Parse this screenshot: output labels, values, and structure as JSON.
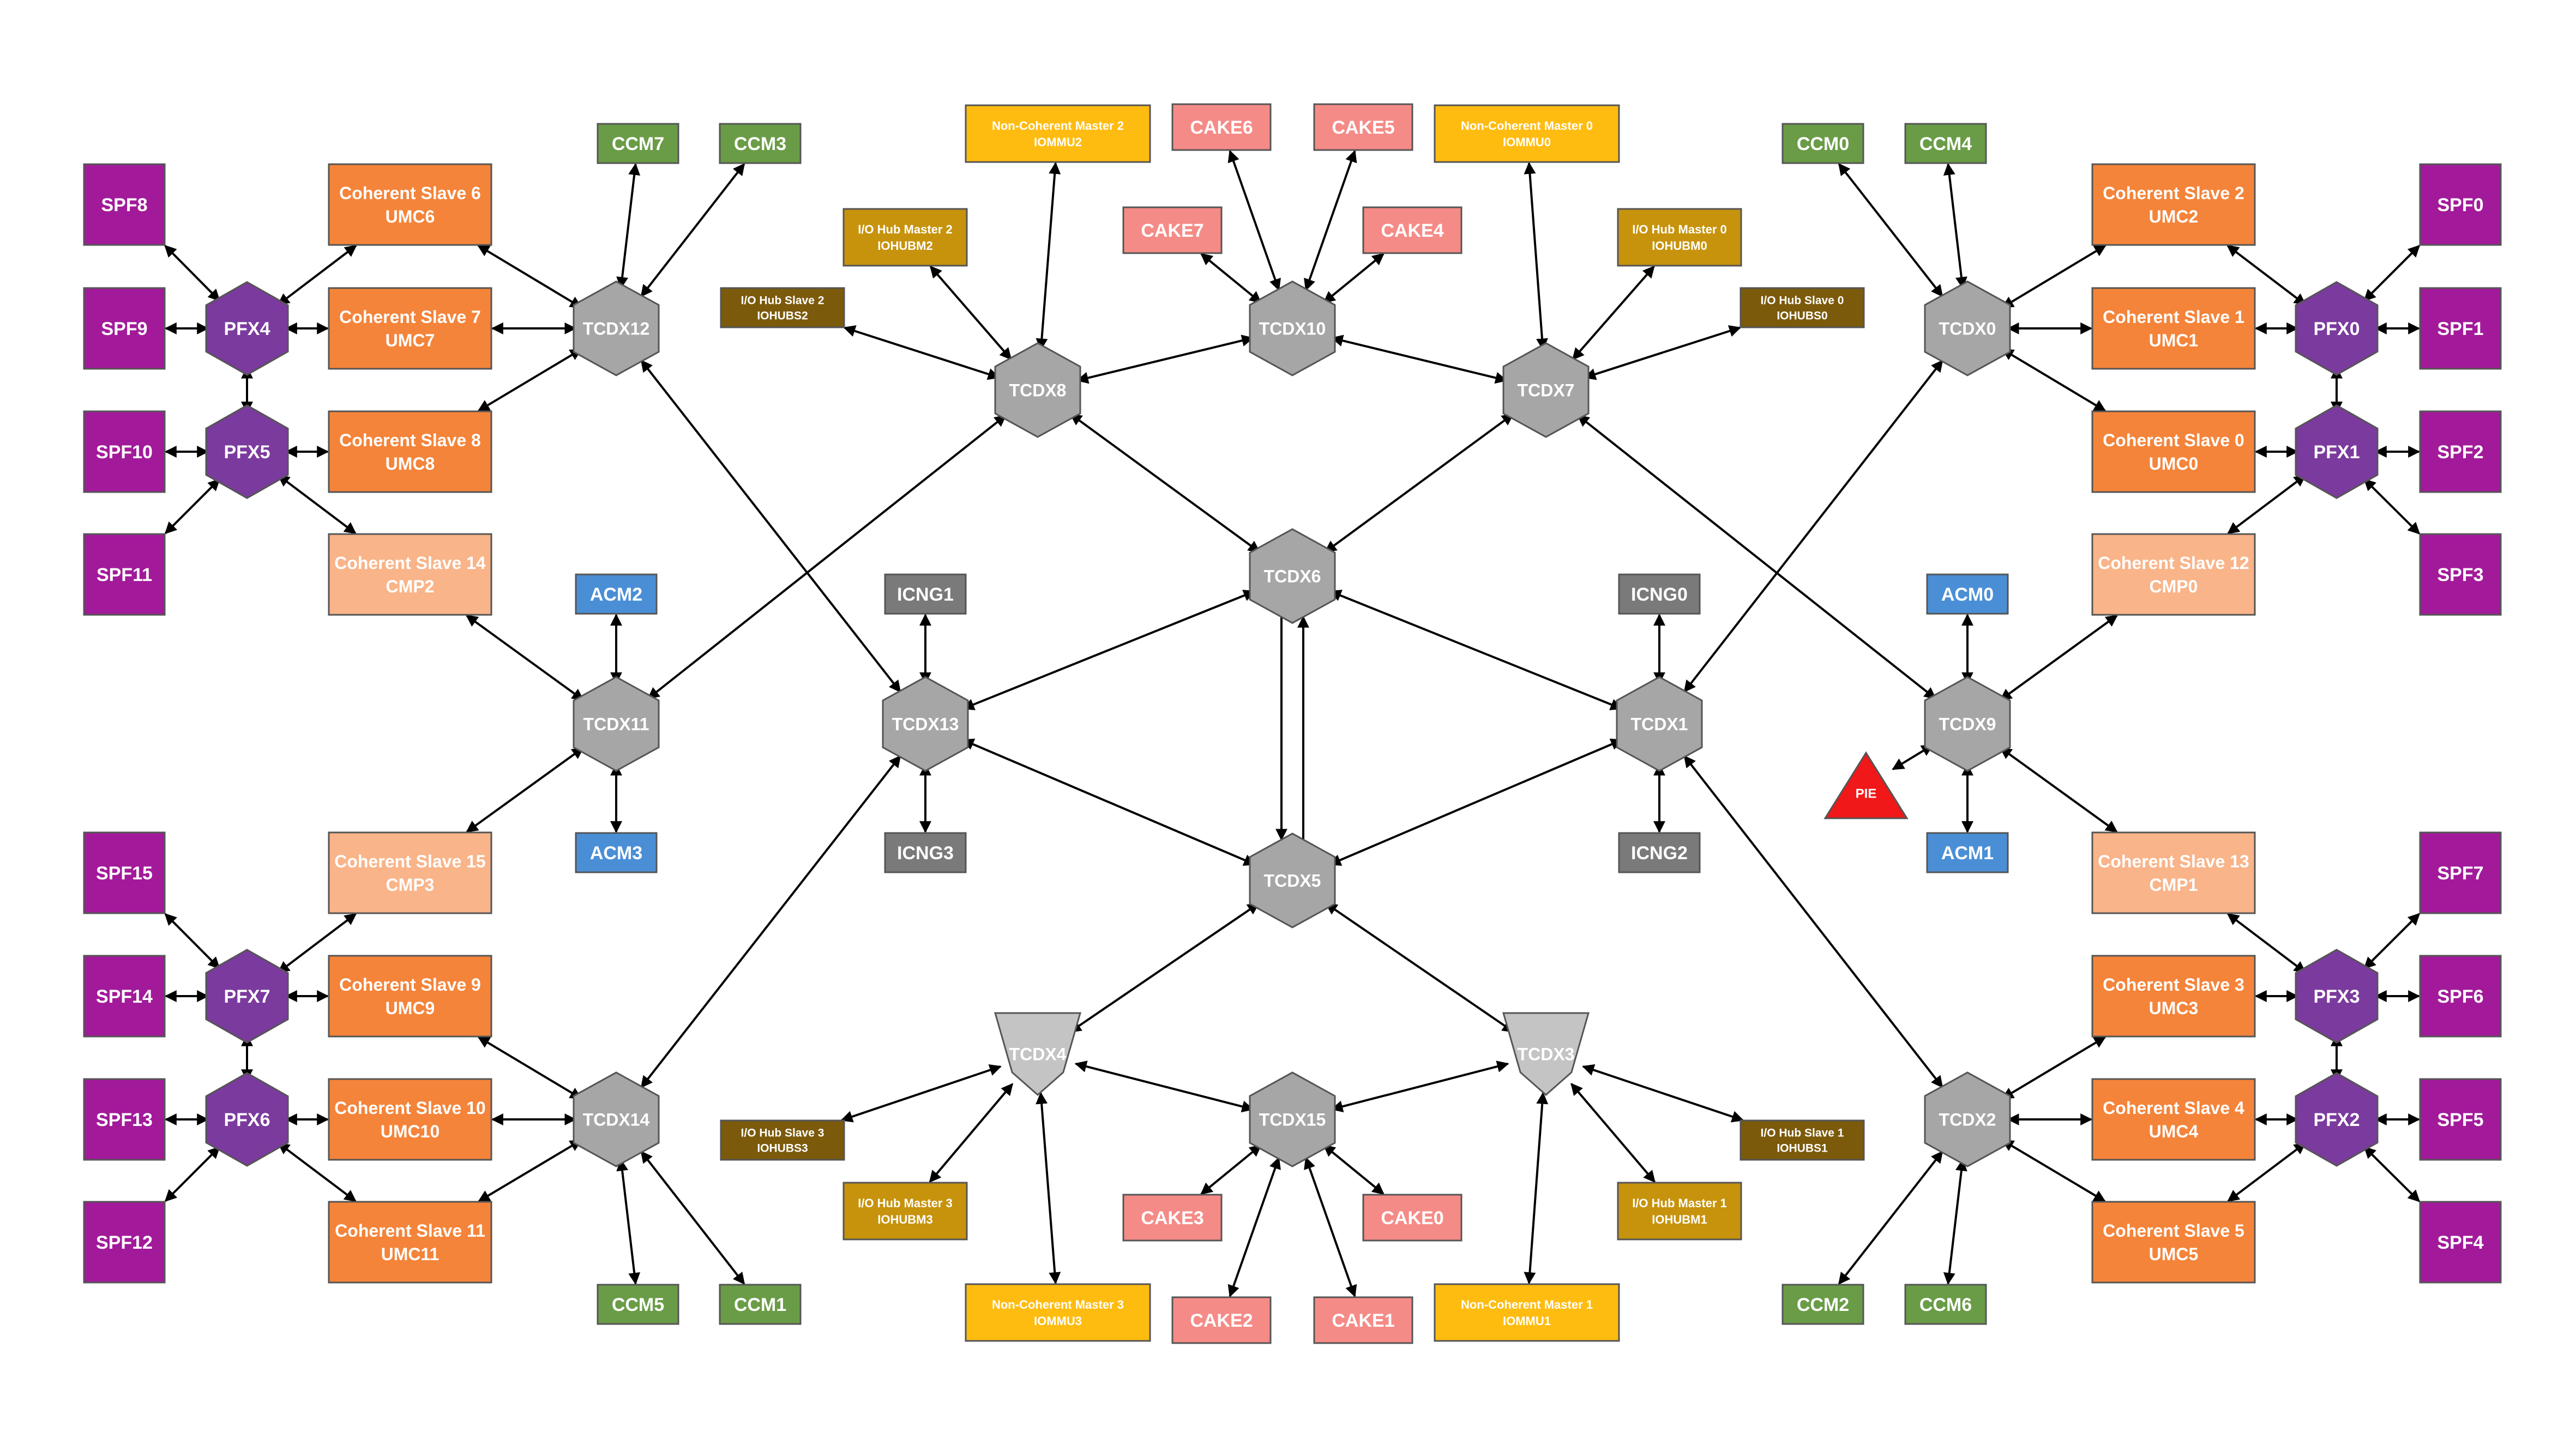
{
  "colors": {
    "spf": "#a21a9a",
    "pfx": "#7b3a9e",
    "umc": "#f4843a",
    "cmp": "#f9b489",
    "ccm": "#6a9c47",
    "tcdx": "#a6a6a6",
    "tcdx_light": "#c4c4c4",
    "acm": "#4a8fd6",
    "icng": "#7a7a7a",
    "cake": "#f58b87",
    "iommu": "#ffbc10",
    "iohubm": "#c7930c",
    "iohubs": "#7b5a0b",
    "pie": "#f01818",
    "line": "#000000"
  },
  "nodes": [
    {
      "id": "spf8",
      "type": "spf",
      "lines": [
        "SPF8"
      ]
    },
    {
      "id": "spf9",
      "type": "spf",
      "lines": [
        "SPF9"
      ]
    },
    {
      "id": "spf10",
      "type": "spf",
      "lines": [
        "SPF10"
      ]
    },
    {
      "id": "spf11",
      "type": "spf",
      "lines": [
        "SPF11"
      ]
    },
    {
      "id": "spf15",
      "type": "spf",
      "lines": [
        "SPF15"
      ]
    },
    {
      "id": "spf14",
      "type": "spf",
      "lines": [
        "SPF14"
      ]
    },
    {
      "id": "spf13",
      "type": "spf",
      "lines": [
        "SPF13"
      ]
    },
    {
      "id": "spf12",
      "type": "spf",
      "lines": [
        "SPF12"
      ]
    },
    {
      "id": "spf0",
      "type": "spf",
      "lines": [
        "SPF0"
      ]
    },
    {
      "id": "spf1",
      "type": "spf",
      "lines": [
        "SPF1"
      ]
    },
    {
      "id": "spf2",
      "type": "spf",
      "lines": [
        "SPF2"
      ]
    },
    {
      "id": "spf3",
      "type": "spf",
      "lines": [
        "SPF3"
      ]
    },
    {
      "id": "spf7",
      "type": "spf",
      "lines": [
        "SPF7"
      ]
    },
    {
      "id": "spf6",
      "type": "spf",
      "lines": [
        "SPF6"
      ]
    },
    {
      "id": "spf5",
      "type": "spf",
      "lines": [
        "SPF5"
      ]
    },
    {
      "id": "spf4",
      "type": "spf",
      "lines": [
        "SPF4"
      ]
    },
    {
      "id": "pfx4",
      "type": "pfx",
      "lines": [
        "PFX4"
      ]
    },
    {
      "id": "pfx5",
      "type": "pfx",
      "lines": [
        "PFX5"
      ]
    },
    {
      "id": "pfx7",
      "type": "pfx",
      "lines": [
        "PFX7"
      ]
    },
    {
      "id": "pfx6",
      "type": "pfx",
      "lines": [
        "PFX6"
      ]
    },
    {
      "id": "pfx0",
      "type": "pfx",
      "lines": [
        "PFX0"
      ]
    },
    {
      "id": "pfx1",
      "type": "pfx",
      "lines": [
        "PFX1"
      ]
    },
    {
      "id": "pfx3",
      "type": "pfx",
      "lines": [
        "PFX3"
      ]
    },
    {
      "id": "pfx2",
      "type": "pfx",
      "lines": [
        "PFX2"
      ]
    },
    {
      "id": "cs6",
      "type": "umc",
      "lines": [
        "Coherent Slave 6",
        "UMC6"
      ]
    },
    {
      "id": "cs7",
      "type": "umc",
      "lines": [
        "Coherent Slave 7",
        "UMC7"
      ]
    },
    {
      "id": "cs8",
      "type": "umc",
      "lines": [
        "Coherent Slave 8",
        "UMC8"
      ]
    },
    {
      "id": "cs14",
      "type": "cmp",
      "lines": [
        "Coherent Slave 14",
        "CMP2"
      ]
    },
    {
      "id": "cs15",
      "type": "cmp",
      "lines": [
        "Coherent Slave 15",
        "CMP3"
      ]
    },
    {
      "id": "cs9",
      "type": "umc",
      "lines": [
        "Coherent Slave 9",
        "UMC9"
      ]
    },
    {
      "id": "cs10",
      "type": "umc",
      "lines": [
        "Coherent Slave 10",
        "UMC10"
      ]
    },
    {
      "id": "cs11",
      "type": "umc",
      "lines": [
        "Coherent Slave 11",
        "UMC11"
      ]
    },
    {
      "id": "cs2",
      "type": "umc",
      "lines": [
        "Coherent Slave 2",
        "UMC2"
      ]
    },
    {
      "id": "cs1",
      "type": "umc",
      "lines": [
        "Coherent Slave 1",
        "UMC1"
      ]
    },
    {
      "id": "cs0",
      "type": "umc",
      "lines": [
        "Coherent Slave 0",
        "UMC0"
      ]
    },
    {
      "id": "cs12",
      "type": "cmp",
      "lines": [
        "Coherent Slave 12",
        "CMP0"
      ]
    },
    {
      "id": "cs13",
      "type": "cmp",
      "lines": [
        "Coherent Slave 13",
        "CMP1"
      ]
    },
    {
      "id": "cs3",
      "type": "umc",
      "lines": [
        "Coherent Slave 3",
        "UMC3"
      ]
    },
    {
      "id": "cs4",
      "type": "umc",
      "lines": [
        "Coherent Slave 4",
        "UMC4"
      ]
    },
    {
      "id": "cs5",
      "type": "umc",
      "lines": [
        "Coherent Slave 5",
        "UMC5"
      ]
    },
    {
      "id": "ccm7",
      "type": "ccm",
      "lines": [
        "CCM7"
      ]
    },
    {
      "id": "ccm3",
      "type": "ccm",
      "lines": [
        "CCM3"
      ]
    },
    {
      "id": "ccm5",
      "type": "ccm",
      "lines": [
        "CCM5"
      ]
    },
    {
      "id": "ccm1",
      "type": "ccm",
      "lines": [
        "CCM1"
      ]
    },
    {
      "id": "ccm0",
      "type": "ccm",
      "lines": [
        "CCM0"
      ]
    },
    {
      "id": "ccm4",
      "type": "ccm",
      "lines": [
        "CCM4"
      ]
    },
    {
      "id": "ccm2",
      "type": "ccm",
      "lines": [
        "CCM2"
      ]
    },
    {
      "id": "ccm6",
      "type": "ccm",
      "lines": [
        "CCM6"
      ]
    },
    {
      "id": "tcdx12",
      "type": "tcdx",
      "lines": [
        "TCDX12"
      ]
    },
    {
      "id": "tcdx11",
      "type": "tcdx",
      "lines": [
        "TCDX11"
      ]
    },
    {
      "id": "tcdx14",
      "type": "tcdx",
      "lines": [
        "TCDX14"
      ]
    },
    {
      "id": "tcdx13",
      "type": "tcdx",
      "lines": [
        "TCDX13"
      ]
    },
    {
      "id": "tcdx8",
      "type": "tcdx",
      "lines": [
        "TCDX8"
      ]
    },
    {
      "id": "tcdx10",
      "type": "tcdx",
      "lines": [
        "TCDX10"
      ]
    },
    {
      "id": "tcdx7",
      "type": "tcdx",
      "lines": [
        "TCDX7"
      ]
    },
    {
      "id": "tcdx6",
      "type": "tcdx",
      "lines": [
        "TCDX6"
      ]
    },
    {
      "id": "tcdx5",
      "type": "tcdx",
      "lines": [
        "TCDX5"
      ]
    },
    {
      "id": "tcdx1",
      "type": "tcdx",
      "lines": [
        "TCDX1"
      ]
    },
    {
      "id": "tcdx0",
      "type": "tcdx",
      "lines": [
        "TCDX0"
      ]
    },
    {
      "id": "tcdx9",
      "type": "tcdx",
      "lines": [
        "TCDX9"
      ]
    },
    {
      "id": "tcdx2",
      "type": "tcdx",
      "lines": [
        "TCDX2"
      ]
    },
    {
      "id": "tcdx15",
      "type": "tcdx",
      "lines": [
        "TCDX15"
      ]
    },
    {
      "id": "tcdx4",
      "type": "tcdx_light",
      "lines": [
        "TCDX4"
      ]
    },
    {
      "id": "tcdx3",
      "type": "tcdx_light",
      "lines": [
        "TCDX3"
      ]
    },
    {
      "id": "acm2",
      "type": "acm",
      "lines": [
        "ACM2"
      ]
    },
    {
      "id": "acm3",
      "type": "acm",
      "lines": [
        "ACM3"
      ]
    },
    {
      "id": "acm0",
      "type": "acm",
      "lines": [
        "ACM0"
      ]
    },
    {
      "id": "acm1",
      "type": "acm",
      "lines": [
        "ACM1"
      ]
    },
    {
      "id": "icng1",
      "type": "icng",
      "lines": [
        "ICNG1"
      ]
    },
    {
      "id": "icng3",
      "type": "icng",
      "lines": [
        "ICNG3"
      ]
    },
    {
      "id": "icng0",
      "type": "icng",
      "lines": [
        "ICNG0"
      ]
    },
    {
      "id": "icng2",
      "type": "icng",
      "lines": [
        "ICNG2"
      ]
    },
    {
      "id": "cake6",
      "type": "cake",
      "lines": [
        "CAKE6"
      ]
    },
    {
      "id": "cake5",
      "type": "cake",
      "lines": [
        "CAKE5"
      ]
    },
    {
      "id": "cake7",
      "type": "cake",
      "lines": [
        "CAKE7"
      ]
    },
    {
      "id": "cake4",
      "type": "cake",
      "lines": [
        "CAKE4"
      ]
    },
    {
      "id": "cake3",
      "type": "cake",
      "lines": [
        "CAKE3"
      ]
    },
    {
      "id": "cake0",
      "type": "cake",
      "lines": [
        "CAKE0"
      ]
    },
    {
      "id": "cake2",
      "type": "cake",
      "lines": [
        "CAKE2"
      ]
    },
    {
      "id": "cake1",
      "type": "cake",
      "lines": [
        "CAKE1"
      ]
    },
    {
      "id": "ncm2",
      "type": "iommu",
      "lines": [
        "Non-Coherent Master 2",
        "IOMMU2"
      ]
    },
    {
      "id": "ncm0",
      "type": "iommu",
      "lines": [
        "Non-Coherent Master 0",
        "IOMMU0"
      ]
    },
    {
      "id": "ncm3",
      "type": "iommu",
      "lines": [
        "Non-Coherent Master 3",
        "IOMMU3"
      ]
    },
    {
      "id": "ncm1",
      "type": "iommu",
      "lines": [
        "Non-Coherent Master 1",
        "IOMMU1"
      ]
    },
    {
      "id": "iohm2",
      "type": "iohubm",
      "lines": [
        "I/O Hub Master 2",
        "IOHUBM2"
      ]
    },
    {
      "id": "iohm0",
      "type": "iohubm",
      "lines": [
        "I/O Hub Master 0",
        "IOHUBM0"
      ]
    },
    {
      "id": "iohm3",
      "type": "iohubm",
      "lines": [
        "I/O Hub Master 3",
        "IOHUBM3"
      ]
    },
    {
      "id": "iohm1",
      "type": "iohubm",
      "lines": [
        "I/O Hub Master 1",
        "IOHUBM1"
      ]
    },
    {
      "id": "iohs2",
      "type": "iohubs",
      "lines": [
        "I/O Hub Slave 2",
        "IOHUBS2"
      ]
    },
    {
      "id": "iohs0",
      "type": "iohubs",
      "lines": [
        "I/O Hub Slave 0",
        "IOHUBS0"
      ]
    },
    {
      "id": "iohs3",
      "type": "iohubs",
      "lines": [
        "I/O Hub Slave 3",
        "IOHUBS3"
      ]
    },
    {
      "id": "iohs1",
      "type": "iohubs",
      "lines": [
        "I/O Hub Slave 1",
        "IOHUBS1"
      ]
    },
    {
      "id": "pie",
      "type": "pie",
      "lines": [
        "PIE"
      ]
    }
  ],
  "edges": [
    [
      "spf8",
      "pfx4"
    ],
    [
      "spf9",
      "pfx4"
    ],
    [
      "spf10",
      "pfx5"
    ],
    [
      "spf11",
      "pfx5"
    ],
    [
      "pfx4",
      "pfx5"
    ],
    [
      "pfx4",
      "cs6"
    ],
    [
      "pfx4",
      "cs7"
    ],
    [
      "pfx5",
      "cs8"
    ],
    [
      "pfx5",
      "cs14"
    ],
    [
      "spf15",
      "pfx7"
    ],
    [
      "spf14",
      "pfx7"
    ],
    [
      "spf13",
      "pfx6"
    ],
    [
      "spf12",
      "pfx6"
    ],
    [
      "pfx7",
      "pfx6"
    ],
    [
      "pfx7",
      "cs15"
    ],
    [
      "pfx7",
      "cs9"
    ],
    [
      "pfx6",
      "cs10"
    ],
    [
      "pfx6",
      "cs11"
    ],
    [
      "spf0",
      "pfx0"
    ],
    [
      "spf1",
      "pfx0"
    ],
    [
      "spf2",
      "pfx1"
    ],
    [
      "spf3",
      "pfx1"
    ],
    [
      "pfx0",
      "pfx1"
    ],
    [
      "pfx0",
      "cs2"
    ],
    [
      "pfx0",
      "cs1"
    ],
    [
      "pfx1",
      "cs0"
    ],
    [
      "pfx1",
      "cs12"
    ],
    [
      "spf7",
      "pfx3"
    ],
    [
      "spf6",
      "pfx3"
    ],
    [
      "spf5",
      "pfx2"
    ],
    [
      "spf4",
      "pfx2"
    ],
    [
      "pfx3",
      "pfx2"
    ],
    [
      "pfx3",
      "cs13"
    ],
    [
      "pfx3",
      "cs3"
    ],
    [
      "pfx2",
      "cs4"
    ],
    [
      "pfx2",
      "cs5"
    ],
    [
      "cs6",
      "tcdx12"
    ],
    [
      "cs7",
      "tcdx12"
    ],
    [
      "cs8",
      "tcdx12"
    ],
    [
      "ccm7",
      "tcdx12"
    ],
    [
      "ccm3",
      "tcdx12"
    ],
    [
      "cs9",
      "tcdx14"
    ],
    [
      "cs10",
      "tcdx14"
    ],
    [
      "cs11",
      "tcdx14"
    ],
    [
      "ccm5",
      "tcdx14"
    ],
    [
      "ccm1",
      "tcdx14"
    ],
    [
      "cs2",
      "tcdx0"
    ],
    [
      "cs1",
      "tcdx0"
    ],
    [
      "cs0",
      "tcdx0"
    ],
    [
      "ccm0",
      "tcdx0"
    ],
    [
      "ccm4",
      "tcdx0"
    ],
    [
      "cs3",
      "tcdx2"
    ],
    [
      "cs4",
      "tcdx2"
    ],
    [
      "cs5",
      "tcdx2"
    ],
    [
      "ccm2",
      "tcdx2"
    ],
    [
      "ccm6",
      "tcdx2"
    ],
    [
      "cs14",
      "tcdx11"
    ],
    [
      "cs15",
      "tcdx11"
    ],
    [
      "acm2",
      "tcdx11"
    ],
    [
      "acm3",
      "tcdx11"
    ],
    [
      "cs12",
      "tcdx9"
    ],
    [
      "cs13",
      "tcdx9"
    ],
    [
      "acm0",
      "tcdx9"
    ],
    [
      "acm1",
      "tcdx9"
    ],
    [
      "pie",
      "tcdx9"
    ],
    [
      "icng1",
      "tcdx13"
    ],
    [
      "icng3",
      "tcdx13"
    ],
    [
      "icng0",
      "tcdx1"
    ],
    [
      "icng2",
      "tcdx1"
    ],
    [
      "tcdx12",
      "tcdx13"
    ],
    [
      "tcdx14",
      "tcdx13"
    ],
    [
      "tcdx11",
      "tcdx8"
    ],
    [
      "tcdx0",
      "tcdx1"
    ],
    [
      "tcdx2",
      "tcdx1"
    ],
    [
      "tcdx9",
      "tcdx7"
    ],
    [
      "ncm2",
      "tcdx8"
    ],
    [
      "iohm2",
      "tcdx8"
    ],
    [
      "iohs2",
      "tcdx8"
    ],
    [
      "ncm0",
      "tcdx7"
    ],
    [
      "iohm0",
      "tcdx7"
    ],
    [
      "iohs0",
      "tcdx7"
    ],
    [
      "cake6",
      "tcdx10"
    ],
    [
      "cake5",
      "tcdx10"
    ],
    [
      "cake7",
      "tcdx10"
    ],
    [
      "cake4",
      "tcdx10"
    ],
    [
      "tcdx8",
      "tcdx10"
    ],
    [
      "tcdx7",
      "tcdx10"
    ],
    [
      "tcdx8",
      "tcdx6"
    ],
    [
      "tcdx7",
      "tcdx6"
    ],
    [
      "tcdx13",
      "tcdx6"
    ],
    [
      "tcdx1",
      "tcdx6"
    ],
    [
      "tcdx13",
      "tcdx5"
    ],
    [
      "tcdx1",
      "tcdx5"
    ],
    [
      "tcdx4",
      "tcdx5"
    ],
    [
      "tcdx3",
      "tcdx5"
    ],
    [
      "iohs3",
      "tcdx4"
    ],
    [
      "iohm3",
      "tcdx4"
    ],
    [
      "ncm3",
      "tcdx4"
    ],
    [
      "tcdx4",
      "tcdx15"
    ],
    [
      "iohs1",
      "tcdx3"
    ],
    [
      "iohm1",
      "tcdx3"
    ],
    [
      "ncm1",
      "tcdx3"
    ],
    [
      "tcdx3",
      "tcdx15"
    ],
    [
      "cake3",
      "tcdx15"
    ],
    [
      "cake0",
      "tcdx15"
    ],
    [
      "cake2",
      "tcdx15"
    ],
    [
      "cake1",
      "tcdx15"
    ]
  ],
  "oneway_edges": [
    [
      "tcdx6",
      "tcdx5"
    ],
    [
      "tcdx5",
      "tcdx6"
    ]
  ]
}
